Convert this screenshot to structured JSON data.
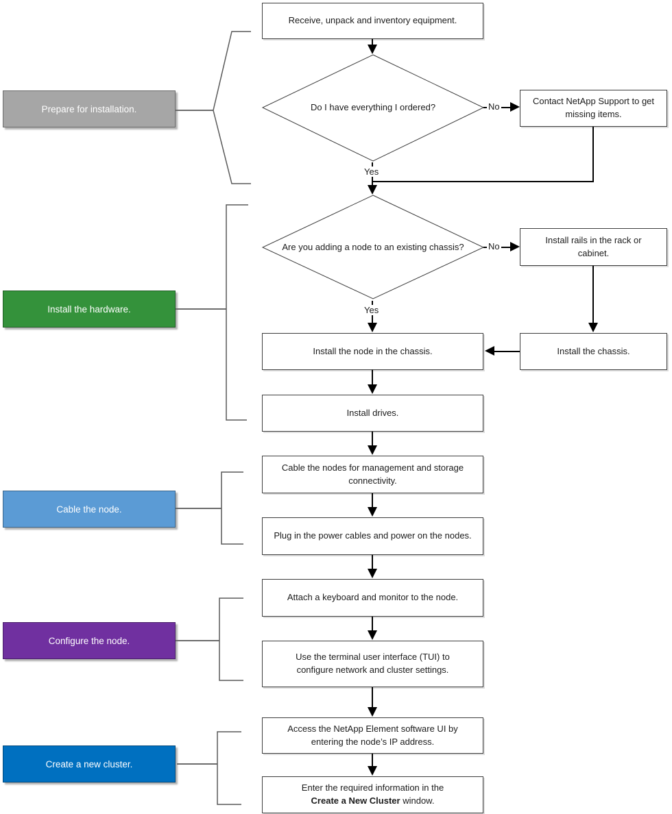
{
  "labels": {
    "yes": "Yes",
    "no": "No"
  },
  "phases": [
    {
      "label": "Prepare for installation.",
      "color": "#A6A6A6"
    },
    {
      "label": "Install the hardware.",
      "color": "#34923B"
    },
    {
      "label": "Cable the node.",
      "color": "#5B9BD5"
    },
    {
      "label": "Configure the node.",
      "color": "#7030A0"
    },
    {
      "label": "Create a new cluster.",
      "color": "#0070C0"
    }
  ],
  "steps": {
    "receive": "Receive, unpack and inventory equipment.",
    "decision_everything": "Do I have everything I ordered?",
    "contact_support": "Contact NetApp Support to get missing items.",
    "decision_existing_chassis": "Are you adding a node to an existing chassis?",
    "install_rails": "Install rails in the rack or cabinet.",
    "install_chassis": "Install the chassis.",
    "install_node": "Install the node in the chassis.",
    "install_drives": "Install drives.",
    "cable_nodes": "Cable the nodes for management and storage connectivity.",
    "plug_power": "Plug in the power cables and power on the nodes.",
    "attach_keyboard": "Attach a keyboard and monitor to the node.",
    "use_tui": "Use the terminal user interface (TUI) to configure network and cluster settings.",
    "access_ui": "Access the NetApp Element software UI by entering the node’s IP address.",
    "enter_info_prefix": "Enter the required information in the",
    "enter_info_bold": "Create a New Cluster",
    "enter_info_suffix": " window."
  }
}
